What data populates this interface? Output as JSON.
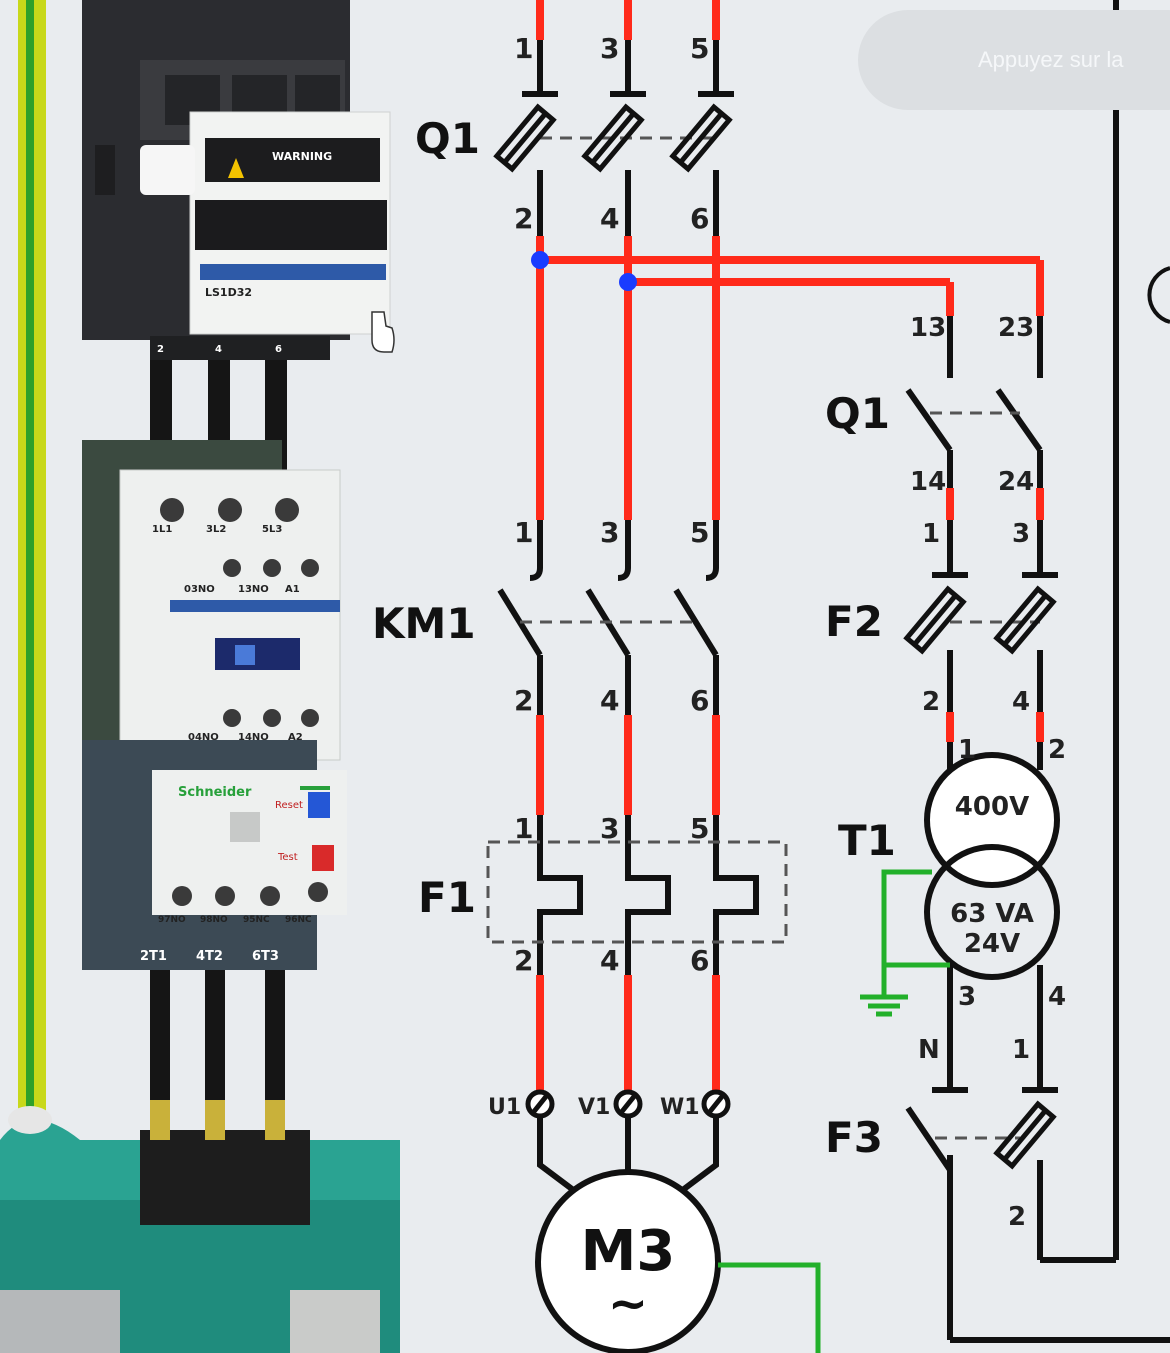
{
  "overlay": {
    "hint_text": "Appuyez sur la"
  },
  "devices": {
    "breaker_warning": "WARNING",
    "breaker_model": "LS1D32",
    "breaker_terminals": [
      "2",
      "4",
      "6"
    ],
    "contactor_top_terminals": [
      "1L1",
      "3L2",
      "5L3"
    ],
    "contactor_aux_top": [
      "03NO",
      "13NO",
      "A1"
    ],
    "contactor_aux_bottom": [
      "04NO",
      "14NO",
      "A2"
    ],
    "relay_brand": "Schneider",
    "relay_reset": "Reset",
    "relay_test": "Test",
    "relay_aux": [
      "97NO",
      "98NO",
      "95NC",
      "96NC"
    ],
    "relay_outputs": [
      "2T1",
      "4T2",
      "6T3"
    ]
  },
  "schematic": {
    "Q1_power": {
      "label": "Q1",
      "top": [
        "1",
        "3",
        "5"
      ],
      "bottom": [
        "2",
        "4",
        "6"
      ]
    },
    "Q1_aux": {
      "label": "Q1",
      "top": [
        "13",
        "23"
      ],
      "bottom": [
        "14",
        "24"
      ]
    },
    "KM1": {
      "label": "KM1",
      "top": [
        "1",
        "3",
        "5"
      ],
      "bottom": [
        "2",
        "4",
        "6"
      ]
    },
    "F1": {
      "label": "F1",
      "top": [
        "1",
        "3",
        "5"
      ],
      "bottom": [
        "2",
        "4",
        "6"
      ]
    },
    "F2": {
      "label": "F2",
      "top": [
        "1",
        "3"
      ],
      "bottom": [
        "2",
        "4"
      ]
    },
    "T1": {
      "label": "T1",
      "primary": "400V",
      "rating": "63 VA",
      "secondary": "24V",
      "pin1": "1",
      "pin2": "2",
      "pin3": "3",
      "pin4": "4"
    },
    "F3": {
      "label": "F3",
      "top": [
        "N",
        "1"
      ],
      "bottom": "2"
    },
    "motor": {
      "label": "M3",
      "symbol": "~",
      "terminals": [
        "U1",
        "V1",
        "W1"
      ]
    }
  },
  "colors": {
    "phase": "#ff2a1a",
    "earth": "#22b02a",
    "node": "#1a3cff",
    "line": "#111111"
  }
}
